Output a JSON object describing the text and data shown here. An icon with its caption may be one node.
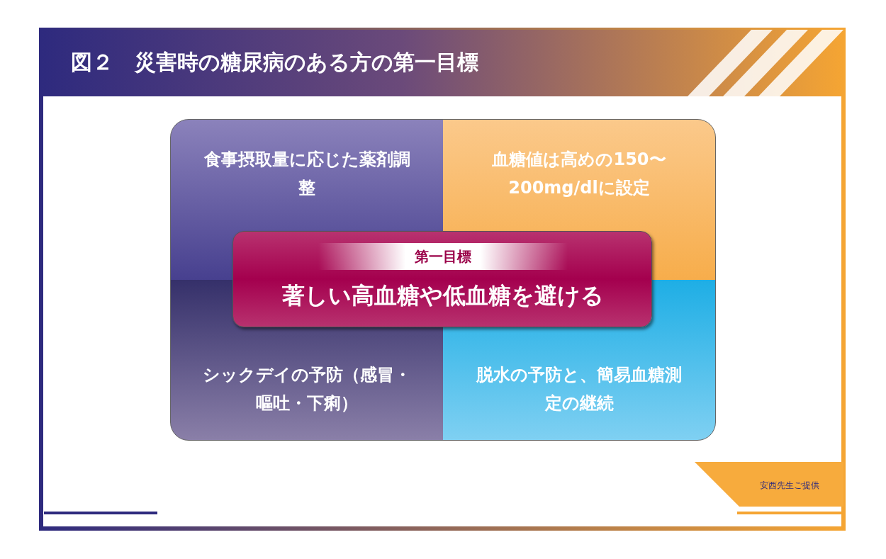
{
  "diagram": {
    "title": "図２　災害時の糖尿病のある方の第一目標",
    "nodes": [
      {
        "text": [
          "食事摂取量に応じた薬剤調整"
        ]
      },
      {
        "text": [
          "血糖値は高めの150〜200mg/dlに設定"
        ]
      },
      {
        "text": [
          "シックデイの予防（感冒・嘔吐・下痢）"
        ]
      },
      {
        "text": [
          "脱水の予防と、簡易血糖測定の継続"
        ]
      },
      {
        "text": [
          "第一目標",
          "著しい高血糖や低血糖を避ける"
        ]
      }
    ],
    "labels": [
      "安西先生ご提供"
    ]
  }
}
